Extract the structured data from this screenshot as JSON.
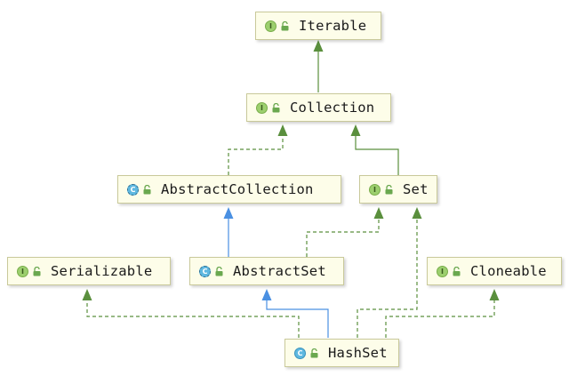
{
  "colors": {
    "node_fill": "#fdfde9",
    "node_border": "#c9c99a",
    "implements_edge": "#5a8f3d",
    "extends_edge": "#4a90e2",
    "interface_badge": "#9ccf6e",
    "class_badge": "#5fb8e0"
  },
  "nodes": {
    "iterable": {
      "name": "Iterable",
      "badge": "I",
      "kind": "interface"
    },
    "collection": {
      "name": "Collection",
      "badge": "I",
      "kind": "interface"
    },
    "abstract_collection": {
      "name": "AbstractCollection",
      "badge": "C",
      "kind": "abstract-class"
    },
    "set": {
      "name": "Set",
      "badge": "I",
      "kind": "interface"
    },
    "serializable": {
      "name": "Serializable",
      "badge": "I",
      "kind": "interface"
    },
    "abstract_set": {
      "name": "AbstractSet",
      "badge": "C",
      "kind": "abstract-class"
    },
    "cloneable": {
      "name": "Cloneable",
      "badge": "I",
      "kind": "interface"
    },
    "hashset": {
      "name": "HashSet",
      "badge": "C",
      "kind": "class"
    }
  },
  "edges": [
    {
      "from": "Collection",
      "to": "Iterable",
      "type": "extends-interface",
      "style": "solid-green"
    },
    {
      "from": "AbstractCollection",
      "to": "Collection",
      "type": "implements",
      "style": "dashed-green"
    },
    {
      "from": "Set",
      "to": "Collection",
      "type": "extends-interface",
      "style": "solid-green"
    },
    {
      "from": "AbstractSet",
      "to": "AbstractCollection",
      "type": "extends",
      "style": "solid-blue"
    },
    {
      "from": "AbstractSet",
      "to": "Set",
      "type": "implements",
      "style": "dashed-green"
    },
    {
      "from": "HashSet",
      "to": "Serializable",
      "type": "implements",
      "style": "dashed-green"
    },
    {
      "from": "HashSet",
      "to": "AbstractSet",
      "type": "extends",
      "style": "solid-blue"
    },
    {
      "from": "HashSet",
      "to": "Set",
      "type": "implements",
      "style": "dashed-green"
    },
    {
      "from": "HashSet",
      "to": "Cloneable",
      "type": "implements",
      "style": "dashed-green"
    }
  ]
}
